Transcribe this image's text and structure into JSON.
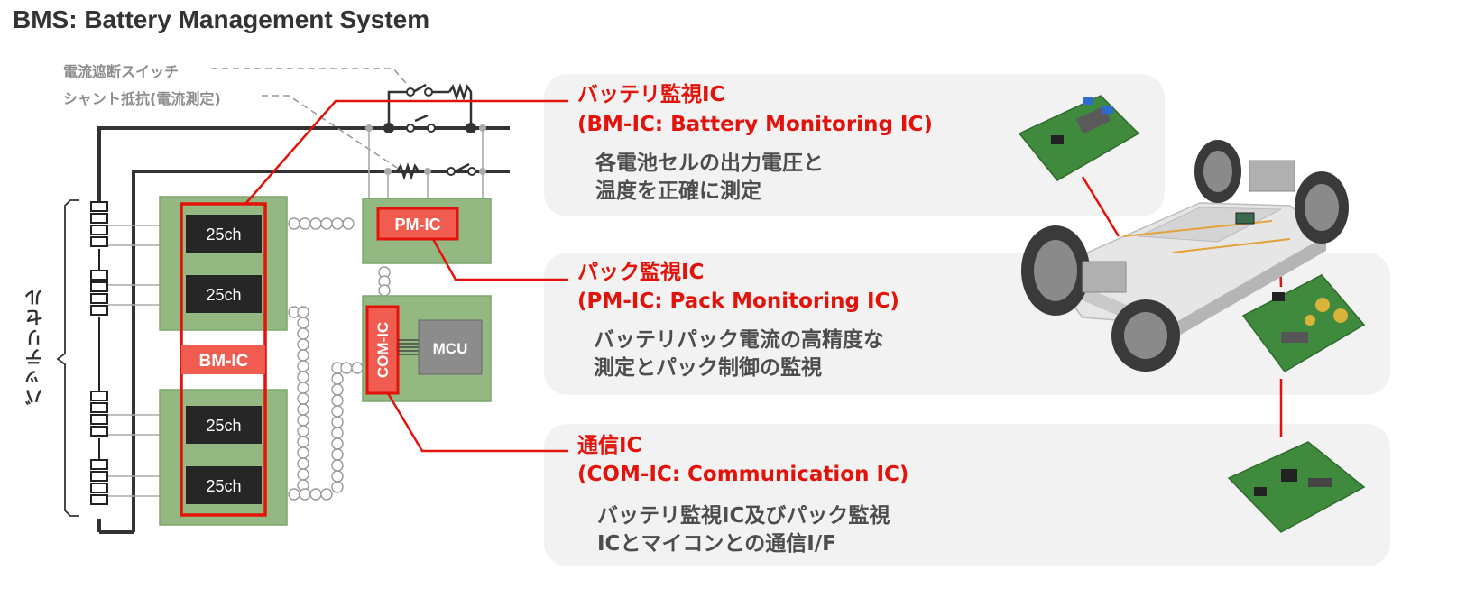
{
  "title": "BMS: Battery Management System",
  "labels": {
    "switch": "電流遮断スイッチ",
    "shunt": "シャント抵抗(電流測定)",
    "battery_cell": "バッテリセル"
  },
  "chips": {
    "channel": "25ch",
    "bm_ic": "BM-IC",
    "pm_ic": "PM-IC",
    "com_ic": "COM-IC",
    "mcu": "MCU"
  },
  "ics": [
    {
      "heading1": "バッテリ監視IC",
      "heading2": "(BM-IC: Battery Monitoring IC)",
      "desc1": "各電池セルの出力電圧と",
      "desc2": "温度を正確に測定"
    },
    {
      "heading1": "パック監視IC",
      "heading2": "(PM-IC: Pack Monitoring IC)",
      "desc1": "バッテリパック電流の高精度な",
      "desc2": "測定とパック制御の監視"
    },
    {
      "heading1": "通信IC",
      "heading2": "(COM-IC: Communication IC)",
      "desc1": "バッテリ監視IC及びパック監視",
      "desc2": "ICとマイコンとの通信I/F"
    }
  ],
  "colors": {
    "accent_red": "#e3120b",
    "board_green": "#94b882",
    "chip_dark": "#262626",
    "panel_gray": "#f2f2f2"
  },
  "icons": [
    "ev-chassis-image",
    "bm-ic-board-image",
    "pm-ic-board-image",
    "com-ic-board-image"
  ]
}
